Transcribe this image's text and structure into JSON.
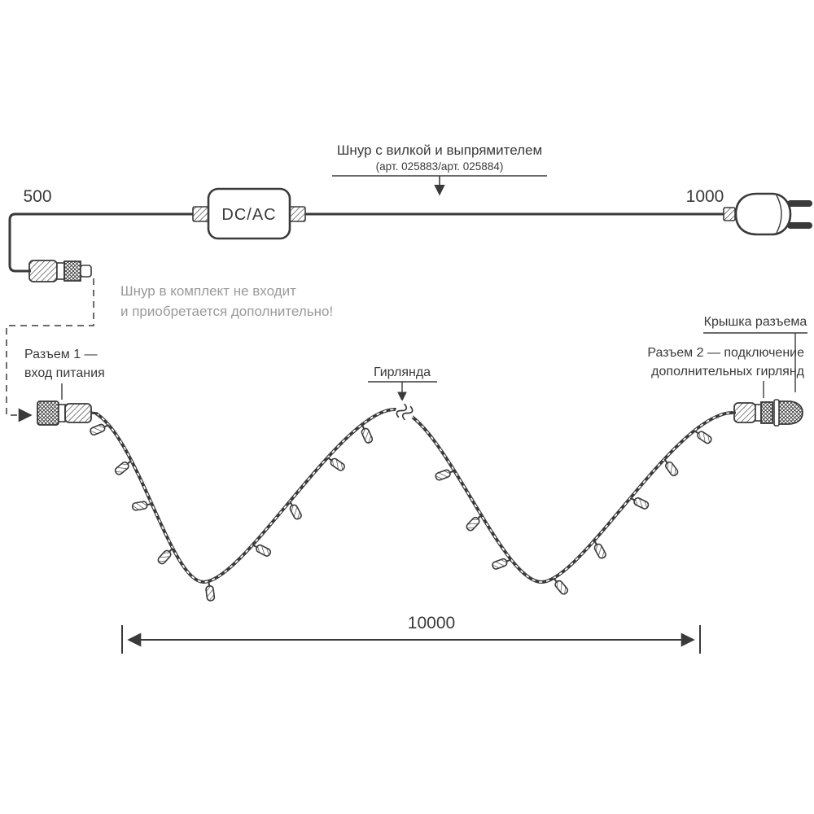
{
  "diagram": {
    "title": "Шнур с вилкой и выпрямителем",
    "subtitle": "(арт. 025883/арт. 025884)",
    "dim_left": "500",
    "dim_right": "1000",
    "dim_garland": "10000",
    "converter_label": "DC/AC",
    "note_line1": "Шнур в комплект не входит",
    "note_line2": "и приобретается дополнительно!",
    "connector1_line1": "Разъем 1 —",
    "connector1_line2": "вход питания",
    "garland_label": "Гирлянда",
    "connector2_line1": "Разъем 2 — подключение",
    "connector2_line2": "дополнительных гирлянд",
    "cap_label": "Крышка разъема"
  },
  "colors": {
    "line": "#3a3a3a",
    "note_text": "#9a9a9a",
    "dashed": "#6b6b6b",
    "background": "#ffffff"
  }
}
